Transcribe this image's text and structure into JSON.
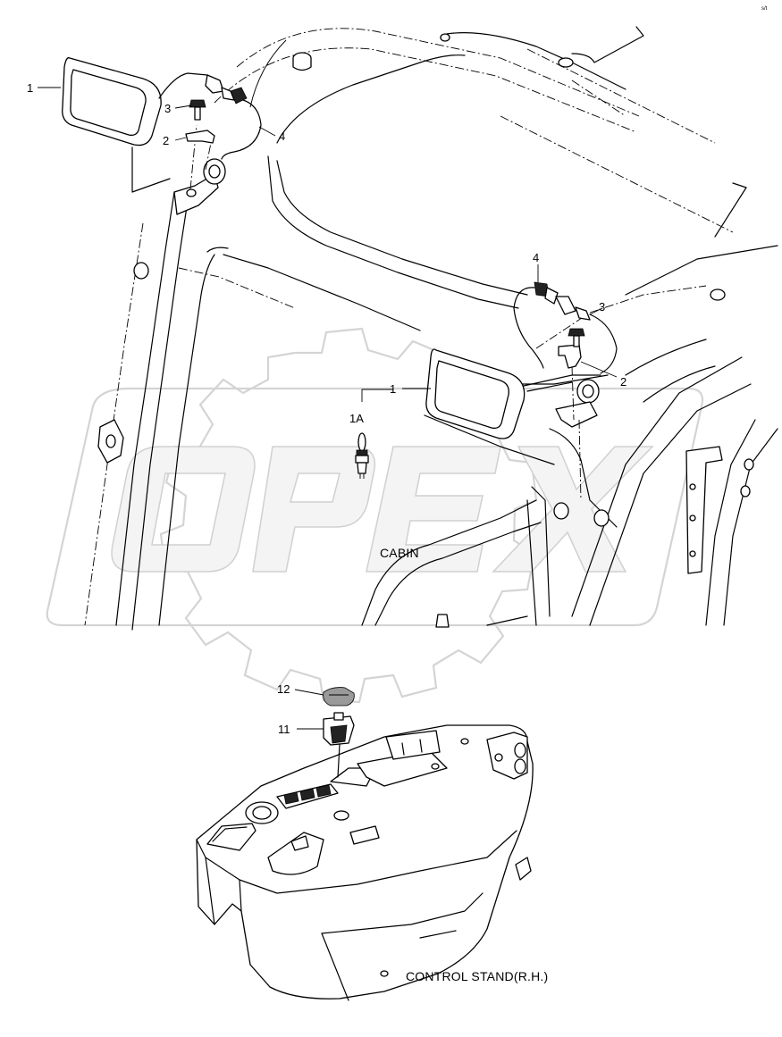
{
  "diagram": {
    "callouts_cabin": [
      {
        "id": "lamp-left",
        "text": "1"
      },
      {
        "id": "bolt-left",
        "text": "3"
      },
      {
        "id": "bracket-left",
        "text": "2"
      },
      {
        "id": "harness-left",
        "text": "4"
      },
      {
        "id": "harness-right",
        "text": "4"
      },
      {
        "id": "bolt-right",
        "text": "3"
      },
      {
        "id": "bracket-right",
        "text": "2"
      },
      {
        "id": "lamp-right",
        "text": "1"
      },
      {
        "id": "bulb",
        "text": "1A"
      }
    ],
    "callouts_stand": [
      {
        "id": "knob",
        "text": "12"
      },
      {
        "id": "switch",
        "text": "11"
      }
    ],
    "cabin_caption": "CABIN",
    "stand_caption": "CONTROL STAND(R.H.)",
    "watermark_text": "OPEX",
    "corner_mark": "s/t"
  }
}
